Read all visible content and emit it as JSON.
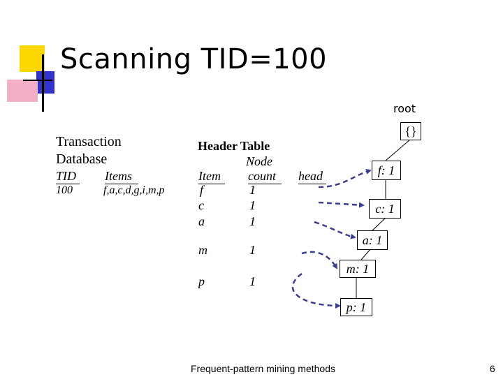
{
  "slide": {
    "title": "Scanning TID=100",
    "footer": "Frequent-pattern mining methods",
    "page_number": "6"
  },
  "transaction_db": {
    "title_line1": "Transaction",
    "title_line2": "Database",
    "col_tid": "TID",
    "col_items": "Items",
    "rows": [
      {
        "tid": "100",
        "items": "f,a,c,d,g,i,m,p"
      }
    ]
  },
  "header_table": {
    "title": "Header Table",
    "col_item": "Item",
    "col_node_line1": "Node",
    "col_node_line2": "count",
    "col_head": "head",
    "rows": [
      {
        "item": "f",
        "count": "1"
      },
      {
        "item": "c",
        "count": "1"
      },
      {
        "item": "a",
        "count": "1"
      },
      {
        "item": "m",
        "count": "1"
      },
      {
        "item": "p",
        "count": "1"
      }
    ]
  },
  "tree": {
    "root_label": "root",
    "nodes": [
      {
        "id": "root",
        "label": "{}"
      },
      {
        "id": "f",
        "label": "f: 1"
      },
      {
        "id": "c",
        "label": "c: 1"
      },
      {
        "id": "a",
        "label": "a: 1"
      },
      {
        "id": "m",
        "label": "m: 1"
      },
      {
        "id": "p",
        "label": "p: 1"
      }
    ]
  },
  "colors": {
    "accent_yellow": "#FFD700",
    "accent_blue": "#3333CC",
    "accent_pink": "#F4AFC8",
    "link_color": "#3A3F8F"
  }
}
